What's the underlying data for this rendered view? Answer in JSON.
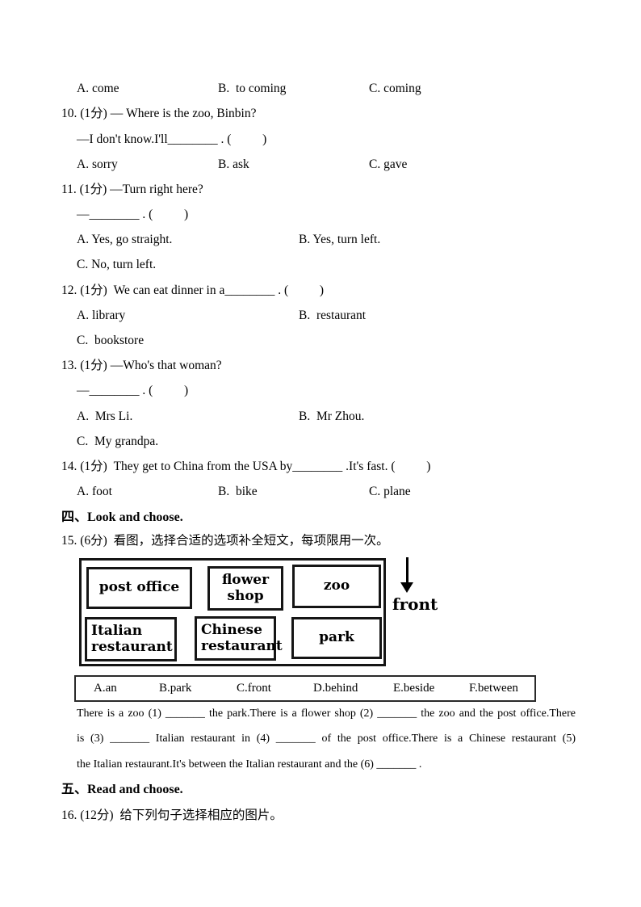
{
  "colors": {
    "text": "#000000",
    "background": "#ffffff",
    "figure_border": "#151515"
  },
  "q9": {
    "option_a": "A. come",
    "option_b": "B.  to coming",
    "option_c": "C. coming"
  },
  "q10": {
    "stem": "10. (1分) — Where is the zoo, Binbin?",
    "reply": "—I don't know.I'll________ . (          )",
    "option_a": "A. sorry",
    "option_b": "B. ask",
    "option_c": "C. gave"
  },
  "q11": {
    "stem": "11. (1分) —Turn right here?",
    "reply": "—________ . (          )",
    "option_a": "A. Yes, go straight.",
    "option_b": "B. Yes, turn left.",
    "option_c": "C. No, turn left."
  },
  "q12": {
    "stem": "12. (1分)  We can eat dinner in a________ . (          )",
    "option_a": "A. library",
    "option_b": "B.  restaurant",
    "option_c": "C.  bookstore"
  },
  "q13": {
    "stem": "13. (1分) —Who's that woman?",
    "reply": "—________ . (          )",
    "option_a": "A.  Mrs Li.",
    "option_b": "B.  Mr Zhou.",
    "option_c": "C.  My grandpa."
  },
  "q14": {
    "stem": "14. (1分)  They get to China from the USA by________ .It's fast. (          )",
    "option_a": "A. foot",
    "option_b": "B.  bike",
    "option_c": "C. plane"
  },
  "section4": {
    "heading": "四、Look and choose."
  },
  "q15": {
    "stem": "15. (6分)  看图，选择合适的选项补全短文，每项限用一次。",
    "map": {
      "cells": [
        "post office",
        "flower shop",
        "zoo",
        "Italian restaurant",
        "Chinese restaurant",
        "park"
      ],
      "arrow_label": "front"
    },
    "word_bank": [
      "A.an",
      "B.park",
      "C.front",
      "D.behind",
      "E.beside",
      "F.between"
    ],
    "passage": {
      "line1": "There is a zoo (1) _______ the park.There is a flower shop (2) _______ the zoo and the post office.There",
      "line2": "is (3) _______ Italian restaurant in (4) _______ of the post office.There is a Chinese restaurant (5)",
      "line3": "the Italian restaurant.It's between the Italian restaurant and the (6) _______ ."
    }
  },
  "section5": {
    "heading": "五、Read and choose."
  },
  "q16": {
    "stem": "16. (12分)  给下列句子选择相应的图片。"
  }
}
